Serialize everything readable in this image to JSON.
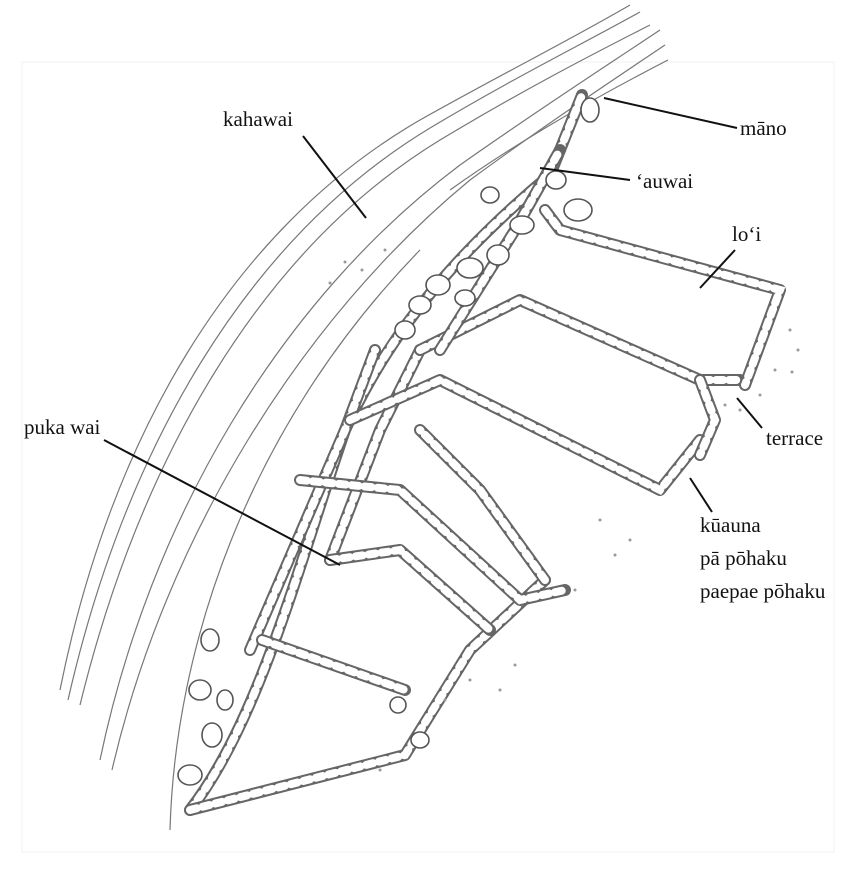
{
  "labels": {
    "kahawai": "kahawai",
    "mano": "māno",
    "auwai": "‘auwai",
    "loi": "lo‘i",
    "puka_wai": "puka wai",
    "terrace": "terrace",
    "kuauna": "kūauna",
    "pa_pohaku": "pā pōhaku",
    "paepae_pohaku": "paepae pōhaku"
  },
  "colors": {
    "ink": "#111111",
    "sketch": "#666666",
    "background": "#ffffff"
  }
}
